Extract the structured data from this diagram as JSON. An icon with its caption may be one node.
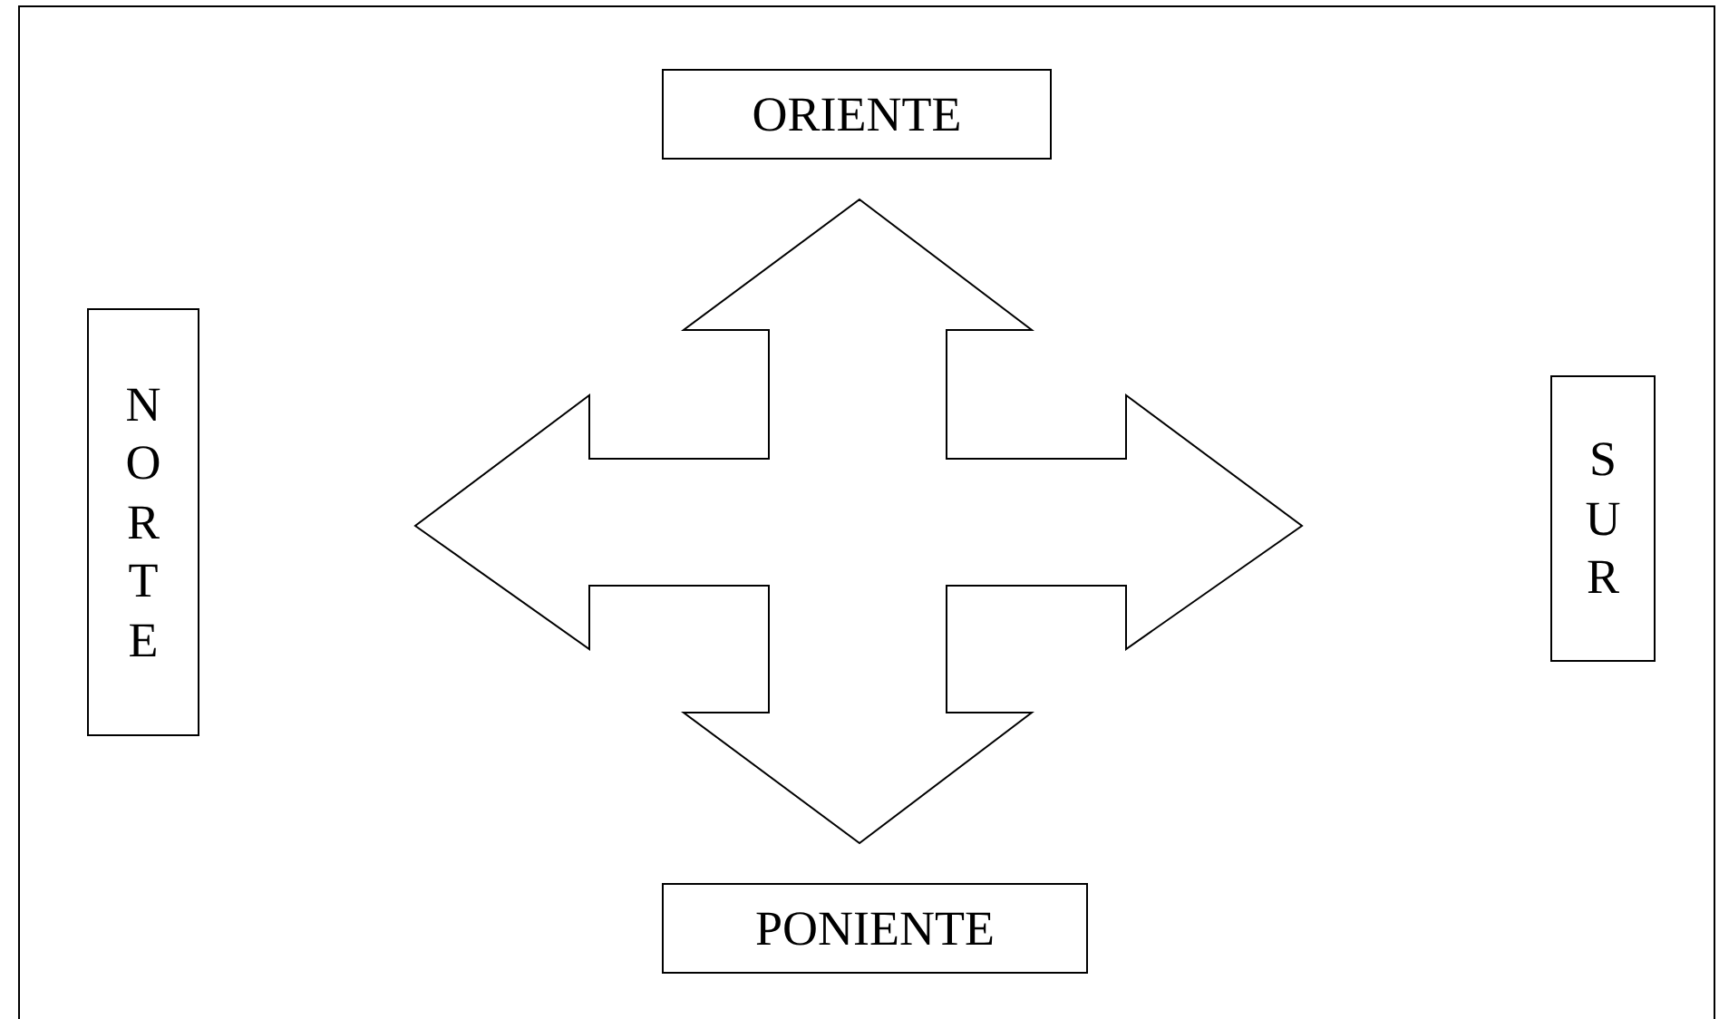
{
  "diagram": {
    "nodes": [
      {
        "text": [
          "ORIENTE"
        ]
      },
      {
        "text": [
          "NORTE"
        ]
      },
      {
        "text": [
          "SUR"
        ]
      },
      {
        "text": [
          "PONIENTE"
        ]
      }
    ]
  }
}
